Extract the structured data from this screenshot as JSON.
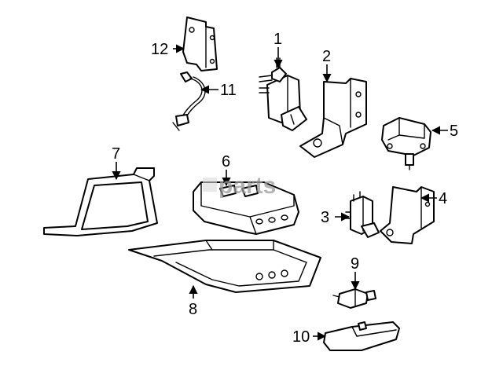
{
  "watermark": "parts",
  "callouts": {
    "c1": "1",
    "c2": "2",
    "c3": "3",
    "c4": "4",
    "c5": "5",
    "c6": "6",
    "c7": "7",
    "c8": "8",
    "c9": "9",
    "c10": "10",
    "c11": "11",
    "c12": "12"
  },
  "colors": {
    "line": "#000000",
    "background": "#ffffff",
    "watermark": "#9a9a9a"
  }
}
